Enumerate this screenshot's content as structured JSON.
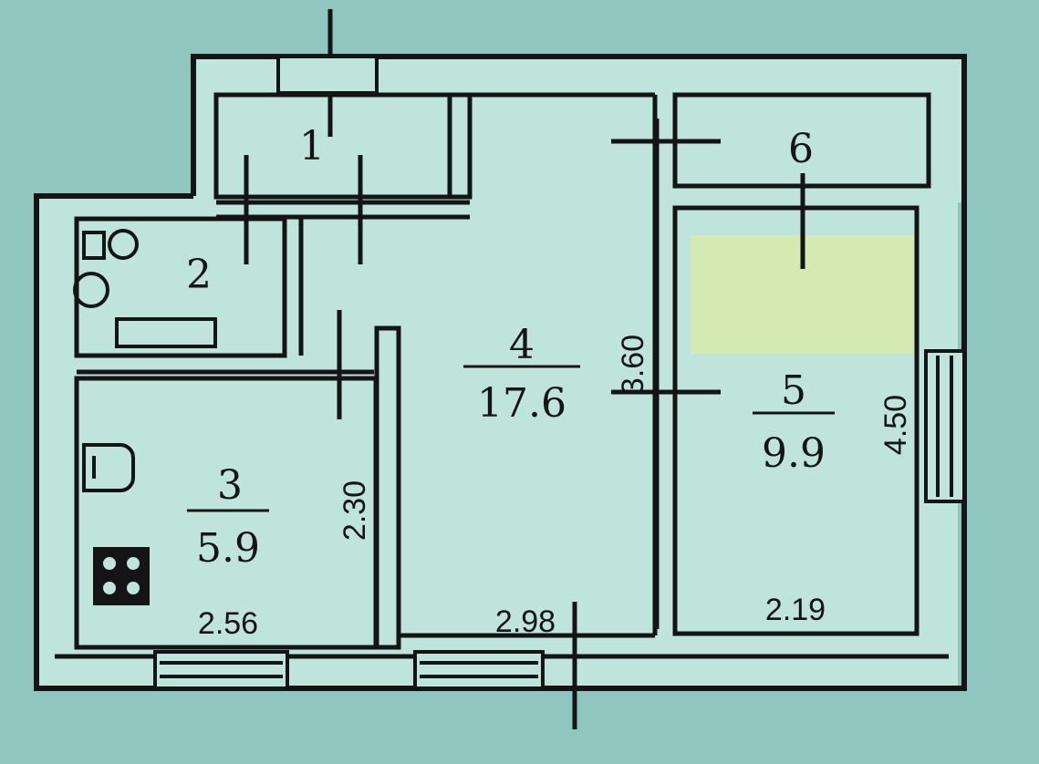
{
  "colors": {
    "background": "#8fc6c0",
    "floor": "#bfe4dc",
    "wall": "#141414",
    "highlight": "#d4eab2"
  },
  "rooms": [
    {
      "id": "1",
      "number": "1",
      "area": ""
    },
    {
      "id": "2",
      "number": "2",
      "area": ""
    },
    {
      "id": "3",
      "number": "3",
      "area": "5.9"
    },
    {
      "id": "4",
      "number": "4",
      "area": "17.6"
    },
    {
      "id": "5",
      "number": "5",
      "area": "9.9"
    },
    {
      "id": "6",
      "number": "6",
      "area": ""
    }
  ],
  "dimensions": {
    "kitchen_width": "2.56",
    "kitchen_depth": "2.30",
    "living_width": "2.98",
    "living_depth": "3.60",
    "bedroom_width": "2.19",
    "bedroom_depth": "4.50"
  },
  "icons": [
    "toilet-icon",
    "sink-icon",
    "bathtub-icon",
    "kitchen-sink-icon",
    "stove-icon",
    "window-icon"
  ]
}
